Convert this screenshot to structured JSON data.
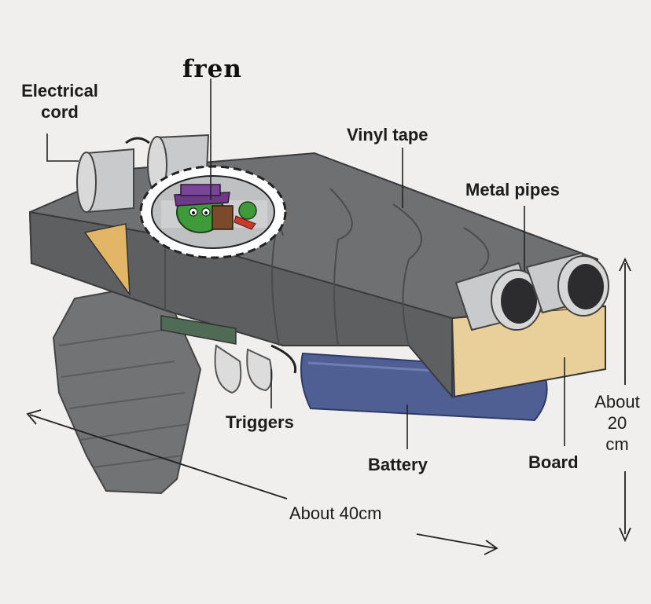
{
  "labels": {
    "electrical_cord_line1": "Electrical",
    "electrical_cord_line2": "cord",
    "fren": "fren",
    "vinyl_tape": "Vinyl tape",
    "metal_pipes": "Metal pipes",
    "triggers": "Triggers",
    "battery": "Battery",
    "board": "Board",
    "height_line1": "About",
    "height_line2": "20",
    "height_line3": "cm",
    "length": "About 40cm"
  },
  "colors": {
    "tape": "#6f7072",
    "tape_dark": "#56575a",
    "tape_light": "#8b8c8e",
    "pipe": "#c9cacb",
    "board": "#e9cf9a",
    "battery": "#4f5f94",
    "trigger": "#dcdcdc"
  },
  "icons": {
    "character": "frog-character-icon"
  }
}
